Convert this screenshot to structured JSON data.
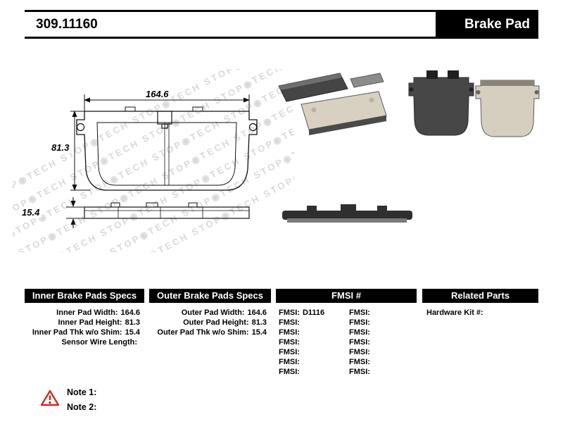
{
  "header": {
    "part_number": "309.11160",
    "product_type": "Brake Pad"
  },
  "drawing": {
    "width_dim": "164.6",
    "height_dim": "81.3",
    "thickness_dim": "15.4",
    "watermark_row": "STOP◉TECH   STOP◉TECH   STOP◉TECH   STOP◉TECH"
  },
  "specs": {
    "inner": {
      "title": "Inner Brake Pads Specs",
      "rows": [
        {
          "label": "Inner Pad Width:",
          "value": "164.6"
        },
        {
          "label": "Inner Pad Height:",
          "value": "81.3"
        },
        {
          "label": "Inner Pad Thk w/o Shim:",
          "value": "15.4"
        },
        {
          "label": "Sensor Wire Length:",
          "value": ""
        }
      ]
    },
    "outer": {
      "title": "Outer Brake Pads Specs",
      "rows": [
        {
          "label": "Outer Pad Width:",
          "value": "164.6"
        },
        {
          "label": "Outer Pad Height:",
          "value": "81.3"
        },
        {
          "label": "Outer Pad Thk w/o Shim:",
          "value": "15.4"
        }
      ]
    },
    "fmsi": {
      "title": "FMSI #",
      "rows": [
        {
          "left_label": "FMSI:",
          "left_value": "D1116",
          "right_label": "FMSI:",
          "right_value": ""
        },
        {
          "left_label": "FMSI:",
          "left_value": "",
          "right_label": "FMSI:",
          "right_value": ""
        },
        {
          "left_label": "FMSI:",
          "left_value": "",
          "right_label": "FMSI:",
          "right_value": ""
        },
        {
          "left_label": "FMSI:",
          "left_value": "",
          "right_label": "FMSI:",
          "right_value": ""
        },
        {
          "left_label": "FMSI:",
          "left_value": "",
          "right_label": "FMSI:",
          "right_value": ""
        },
        {
          "left_label": "FMSI:",
          "left_value": "",
          "right_label": "FMSI:",
          "right_value": ""
        },
        {
          "left_label": "FMSI:",
          "left_value": "",
          "right_label": "FMSI:",
          "right_value": ""
        }
      ]
    },
    "related": {
      "title": "Related Parts",
      "rows": [
        {
          "label": "Hardware Kit #:",
          "value": ""
        }
      ]
    }
  },
  "notes": {
    "note1": "Note 1:",
    "note2": "Note 2:"
  }
}
